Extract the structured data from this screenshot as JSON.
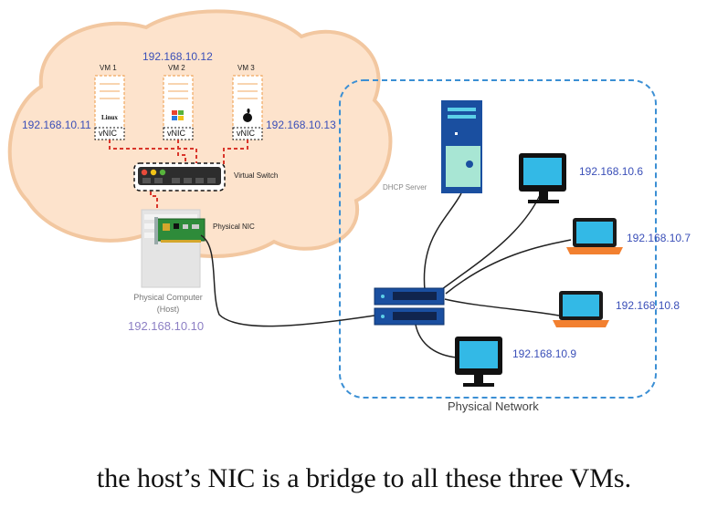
{
  "cloud": {
    "vms": [
      {
        "name": "VM 1",
        "os_label": "Linux",
        "nic": "vNIC",
        "ip": "192.168.10.11"
      },
      {
        "name": "VM 2",
        "os_label": "",
        "nic": "vNIC",
        "ip": "192.168.10.12"
      },
      {
        "name": "VM 3",
        "os_label": "",
        "nic": "vNIC",
        "ip": "192.168.10.13"
      }
    ],
    "virtual_switch_label": "Virtual Switch",
    "physical_nic_label": "Physical NIC",
    "host_label_line1": "Physical Computer",
    "host_label_line2": "(Host)",
    "host_ip": "192.168.10.10"
  },
  "network": {
    "title": "Physical Network",
    "dhcp_label": "DHCP Server",
    "devices": [
      {
        "type": "monitor",
        "ip": "192.168.10.6"
      },
      {
        "type": "laptop",
        "ip": "192.168.10.7"
      },
      {
        "type": "laptop",
        "ip": "192.168.10.8"
      },
      {
        "type": "monitor",
        "ip": "192.168.10.9"
      }
    ]
  },
  "caption": "the host’s NIC is a bridge to all these three VMs.",
  "colors": {
    "cloud_fill": "#fde3cc",
    "cloud_stroke": "#f2c7a0",
    "network_border": "#3b8fd4",
    "bridge_line": "#d9362b",
    "ip_blue": "#3a4fb8",
    "screen": "#33b9e6"
  }
}
